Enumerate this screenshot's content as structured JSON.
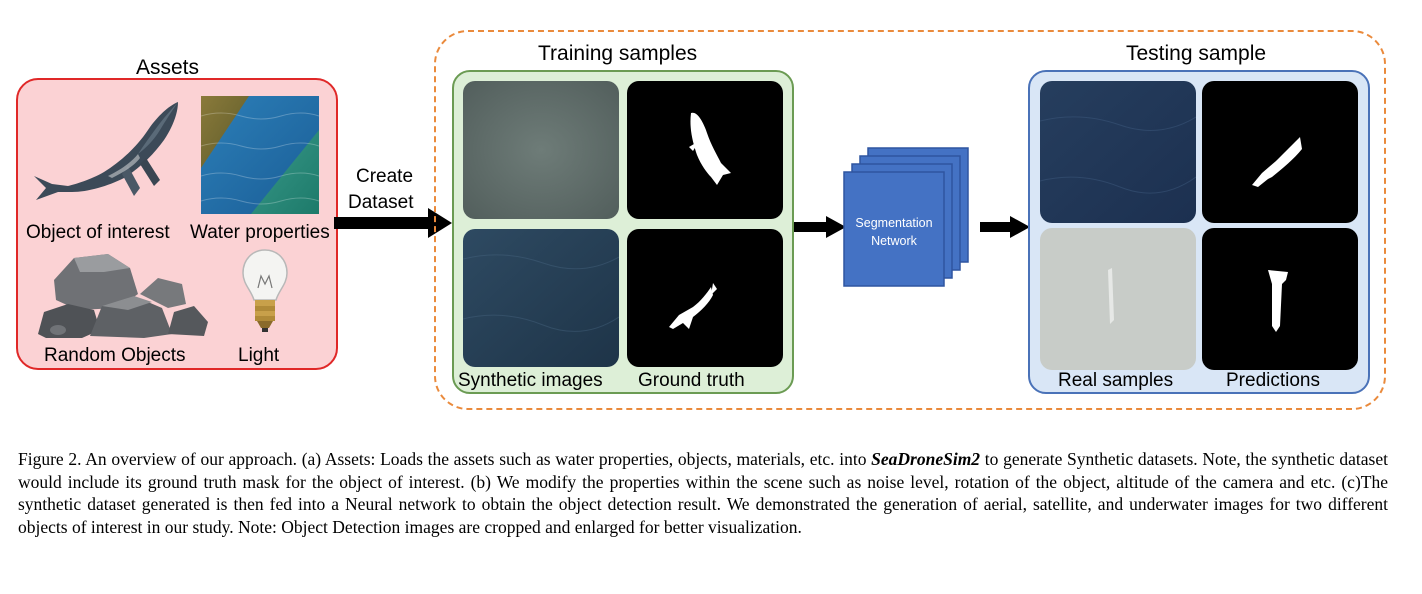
{
  "assets": {
    "title": "Assets",
    "object_of_interest": "Object of interest",
    "water_properties": "Water properties",
    "random_objects": "Random Objects",
    "light": "Light"
  },
  "arrow_label": {
    "line1": "Create",
    "line2": "Dataset"
  },
  "training": {
    "title": "Training samples",
    "synthetic_images": "Synthetic images",
    "ground_truth": "Ground truth"
  },
  "network": {
    "line1": "Segmentation",
    "line2": "Network"
  },
  "testing": {
    "title": "Testing sample",
    "real_samples": "Real samples",
    "predictions": "Predictions"
  },
  "caption": {
    "part1": "Figure 2.  An overview of our approach. (a) Assets: Loads the assets such as water properties, objects, materials, etc. into ",
    "emphasis": "SeaDroneSim2",
    "part2": " to generate Synthetic datasets. Note, the synthetic dataset would include its ground truth mask for the object of interest. (b) We modify the properties within the scene such as noise level, rotation of the object, altitude of the camera and etc. (c)The synthetic dataset generated is then fed into a Neural network to obtain the object detection result. We demonstrated the generation of aerial, satellite, and underwater images for two different objects of interest in our study. Note: Object Detection images are cropped and enlarged for better visualization."
  },
  "colors": {
    "assets_fill": "#fbd2d4",
    "assets_border": "#e02828",
    "frame_dash": "#ea8a3c",
    "training_fill": "#ddefd7",
    "training_border": "#6b9b53",
    "testing_fill": "#d9e6f6",
    "testing_border": "#4a72b8",
    "network_blue": "#4472c4"
  }
}
